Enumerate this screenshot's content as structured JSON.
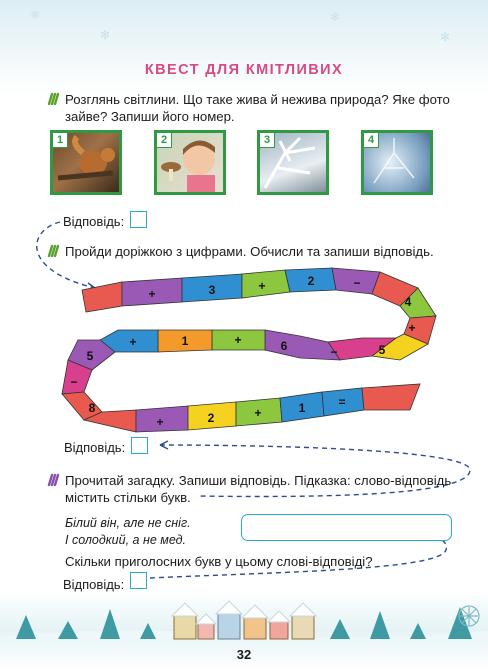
{
  "title": "КВЕСТ ДЛЯ КМІТЛИВИХ",
  "task1": {
    "line1": "Розглянь світлини. Що таке жива й нежива природа? Яке фото",
    "line2": "зайве? Запиши його номер.",
    "photos": [
      {
        "num": "1",
        "icon": "squirrel-photo"
      },
      {
        "num": "2",
        "icon": "girl-with-mushroom-photo"
      },
      {
        "num": "3",
        "icon": "frosty-branches-photo"
      },
      {
        "num": "4",
        "icon": "frost-pattern-photo"
      }
    ],
    "answer_label": "Відповідь:"
  },
  "task2": {
    "text": "Пройди доріжкою з цифрами. Обчисли та запиши відповідь.",
    "path_cells": [
      "+",
      "3",
      "+",
      "2",
      "−",
      "4",
      "+",
      "5",
      "−",
      "6",
      "+",
      "1",
      "+",
      "5",
      "−",
      "8",
      "+",
      "2",
      "+",
      "1",
      "="
    ],
    "answer_label": "Відповідь:"
  },
  "task3": {
    "line1": "Прочитай загадку. Запиши відповідь. Підказка: слово-відповідь",
    "line2": "містить стільки букв.",
    "riddle_line1": "Білий він, але не сніг.",
    "riddle_line2": "І солодкий, а не мед.",
    "question": "Скільки приголосних букв у цьому слові-відповіді?",
    "answer_label": "Відповідь:"
  },
  "page_number": "32",
  "colors": {
    "title": "#d64b86",
    "accent": "#2aa9d5",
    "photo_frame": "#2f9a43"
  }
}
